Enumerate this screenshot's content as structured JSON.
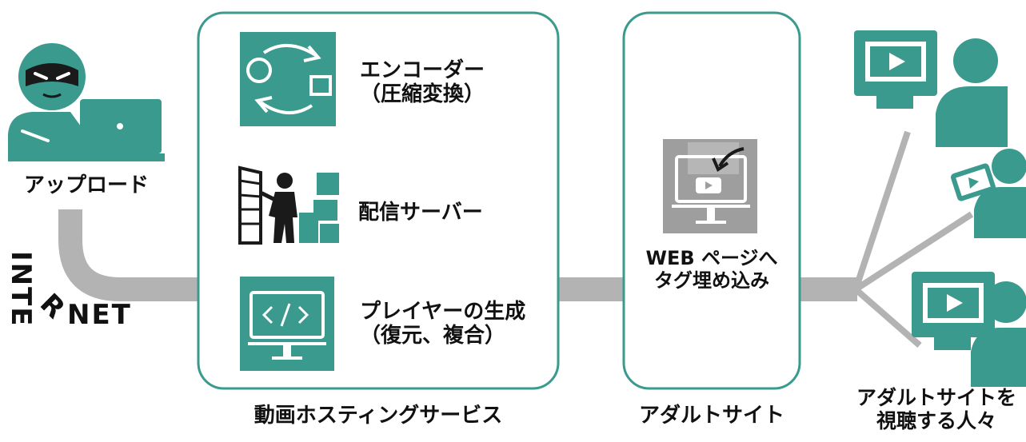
{
  "colors": {
    "teal": "#3a9a8e",
    "panel_border": "#3a9a8e",
    "pipe": "#b3b3b3",
    "monitor_icon_bg": "#9e9e9e",
    "text": "#111111",
    "dark": "#1a1a1a",
    "green": "#3a9a8e"
  },
  "uploader": {
    "icon": "hacker-with-laptop-icon",
    "label": "アップロード"
  },
  "internet": {
    "text": "INTERNET"
  },
  "hosting": {
    "title": "動画ホスティングサービス",
    "items": [
      {
        "icon": "encoder-arrows-icon",
        "line1": "エンコーダー",
        "line2": "（圧縮変換）"
      },
      {
        "icon": "server-person-icon",
        "line1": "配信サーバー",
        "line2": ""
      },
      {
        "icon": "code-monitor-icon",
        "line1": "プレイヤーの生成",
        "line2": "（復元、複合）"
      }
    ]
  },
  "adult_site": {
    "title": "アダルトサイト",
    "icon": "embed-monitor-icon",
    "line1": "WEB ページへ",
    "line2": "タグ埋め込み"
  },
  "viewers": {
    "line1": "アダルトサイトを",
    "line2": "視聴する人々",
    "icons": [
      "viewer-monitor-icon",
      "viewer-tablet-icon",
      "viewer-monitor-icon"
    ]
  }
}
